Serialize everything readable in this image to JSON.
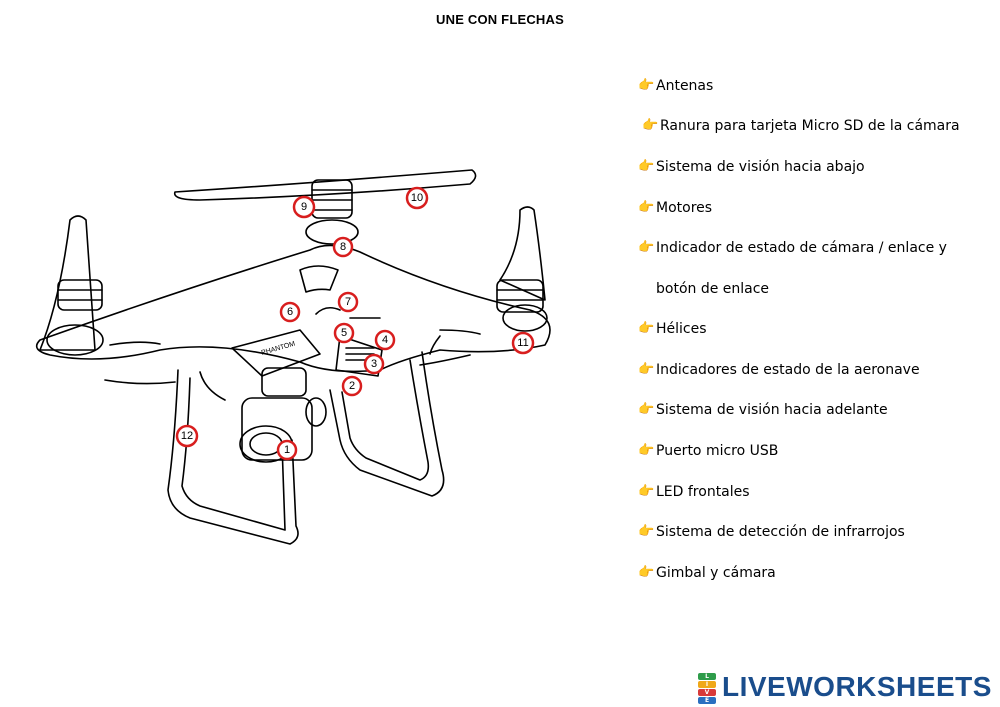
{
  "title": "UNE CON FLECHAS",
  "markers": [
    "1",
    "2",
    "3",
    "4",
    "5",
    "6",
    "7",
    "8",
    "9",
    "10",
    "11",
    "12"
  ],
  "items": [
    "Antenas",
    "Ranura para tarjeta Micro SD de la cámara",
    "Sistema de visión hacia abajo",
    "Motores",
    "Indicador de estado de cámara / enlace y",
    "botón de enlace",
    "Hélices",
    "Indicadores de estado de la aeronave",
    "Sistema de visión hacia adelante",
    "Puerto micro USB",
    "LED frontales",
    "Sistema de detección de infrarrojos",
    "Gimbal y cámara"
  ],
  "brand_mark": "PHANTOM",
  "logo": {
    "text": "LIVEWORKSHEETS",
    "icon_letters": [
      "L",
      "I",
      "V",
      "E"
    ]
  },
  "colors": {
    "marker": "#d81e1e",
    "hand_icon": "#e0a020",
    "logo": "#1a4d8c"
  },
  "icons": {
    "bullet": "pointing-hand-icon"
  }
}
